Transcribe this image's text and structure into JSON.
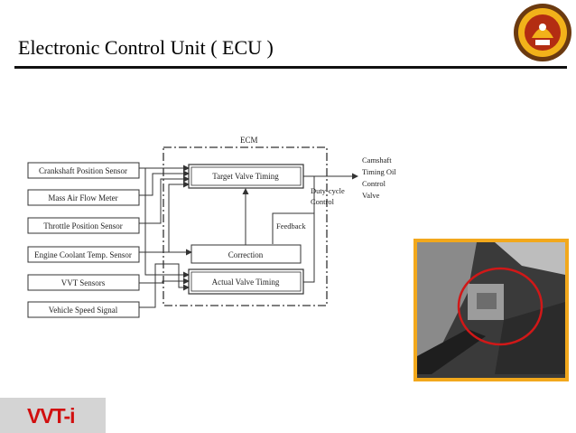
{
  "slide": {
    "title": "Electronic Control Unit ( ECU )",
    "badge": "VVT-i"
  },
  "diagram": {
    "ecm_label": "ECM",
    "sensors": [
      "Crankshaft Position Sensor",
      "Mass Air Flow Meter",
      "Throttle Position Sensor",
      "Engine Coolant Temp. Sensor",
      "VVT Sensors",
      "Vehicle Speed Signal"
    ],
    "blocks": {
      "target": "Target Valve Timing",
      "correction": "Correction",
      "actual": "Actual Valve Timing"
    },
    "labels": {
      "duty_cycle_line1": "Duty-cycle",
      "duty_cycle_line2": "Control",
      "feedback": "Feedback",
      "output_line1": "Camshaft",
      "output_line2": "Timing Oil",
      "output_line3": "Control",
      "output_line4": "Valve"
    }
  },
  "colors": {
    "badge_text": "#d10f0f",
    "badge_bg": "#d4d4d4",
    "highlight_ring": "#d01818"
  }
}
